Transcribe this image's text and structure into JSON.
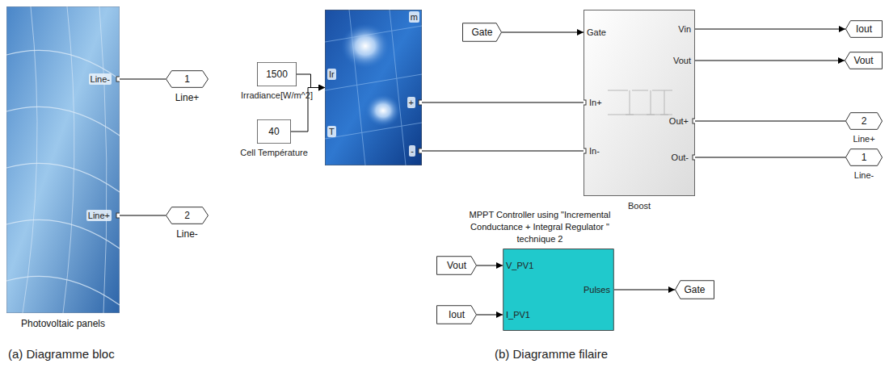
{
  "diagram": {
    "nodes": [
      {
        "text": [
          "Line-",
          "Line+",
          "Photovoltaic panels"
        ]
      },
      {
        "text": [
          "1",
          "Line+"
        ]
      },
      {
        "text": [
          "2",
          "Line-"
        ]
      },
      {
        "text": [
          "1500",
          "Irradiance[W/m^2]"
        ]
      },
      {
        "text": [
          "40",
          "Cell Température"
        ]
      },
      {
        "text": [
          "Ir",
          "T",
          "m",
          "+",
          "-"
        ]
      },
      {
        "text": [
          "Gate"
        ]
      },
      {
        "text": [
          "Gate",
          "Vin",
          "Vout",
          "In+",
          "Out+",
          "In-",
          "Out-",
          "Boost"
        ]
      },
      {
        "text": [
          "Iout"
        ]
      },
      {
        "text": [
          "Vout"
        ]
      },
      {
        "text": [
          "2",
          "Line+"
        ]
      },
      {
        "text": [
          "1",
          "Line-"
        ]
      },
      {
        "text": [
          "MPPT Controller using \"Incremental Conductance + Integral Regulator \" technique 2",
          "V_PV1",
          "I_PV1",
          "Pulses"
        ]
      },
      {
        "text": [
          "Vout"
        ]
      },
      {
        "text": [
          "Iout"
        ]
      },
      {
        "text": [
          "Gate"
        ]
      }
    ],
    "edges": [
      {
        "from": 0,
        "to": 1,
        "arrow": "none"
      },
      {
        "from": 0,
        "to": 2,
        "arrow": "none"
      },
      {
        "from": 3,
        "to": 5,
        "arrow": "to"
      },
      {
        "from": 4,
        "to": 5,
        "arrow": "to"
      },
      {
        "from": 5,
        "to": 7,
        "arrow": "none"
      },
      {
        "from": 5,
        "to": 7,
        "arrow": "none"
      },
      {
        "from": 6,
        "to": 7,
        "arrow": "to"
      },
      {
        "from": 7,
        "to": 8,
        "arrow": "to"
      },
      {
        "from": 7,
        "to": 9,
        "arrow": "to"
      },
      {
        "from": 7,
        "to": 10,
        "arrow": "none"
      },
      {
        "from": 7,
        "to": 11,
        "arrow": "none"
      },
      {
        "from": 13,
        "to": 12,
        "arrow": "to"
      },
      {
        "from": 14,
        "to": 12,
        "arrow": "to"
      },
      {
        "from": 12,
        "to": 15,
        "arrow": "to"
      }
    ],
    "labels": [
      "(a) Diagramme bloc",
      "(b) Diagramme filaire"
    ]
  }
}
